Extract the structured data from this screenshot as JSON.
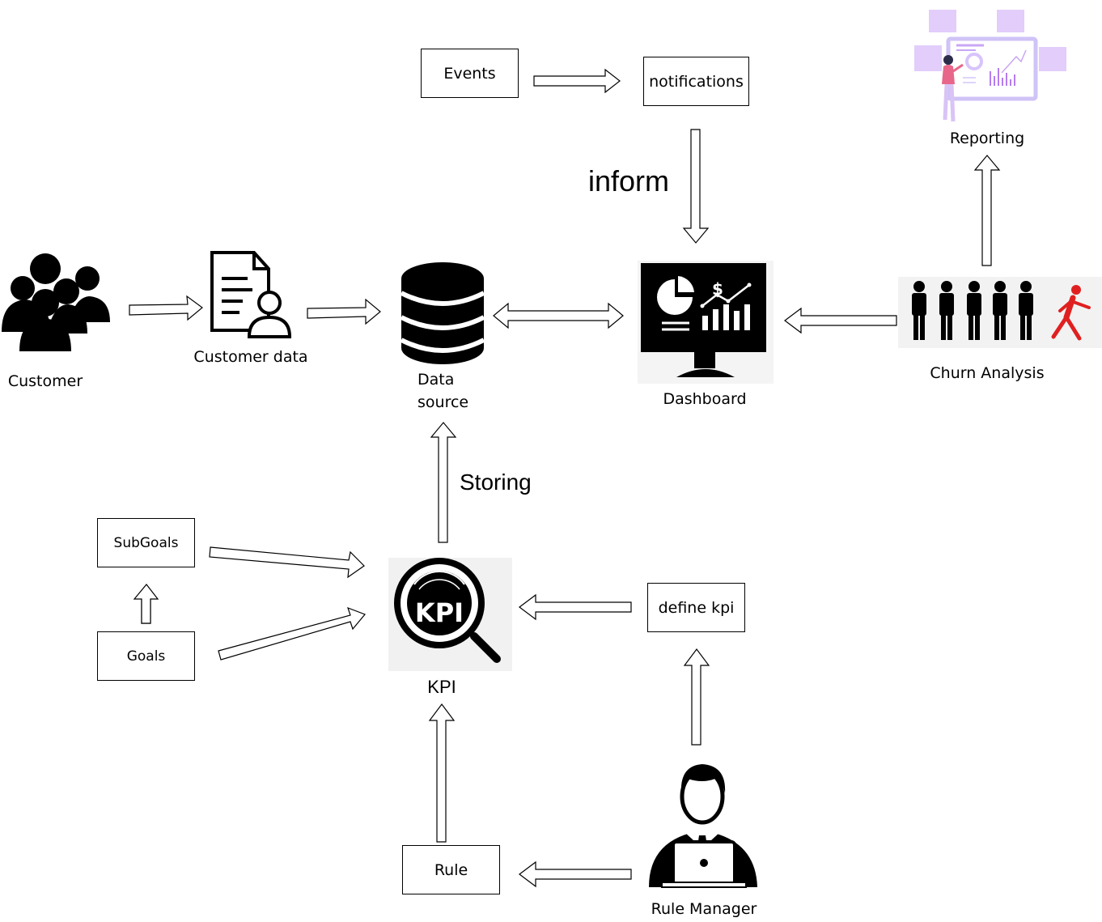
{
  "nodes": {
    "events": "Events",
    "notifications": "notifications",
    "reporting": "Reporting",
    "customer": "Customer",
    "customer_data": "Customer data",
    "data_source_line1": "Data",
    "data_source_line2": "source",
    "dashboard": "Dashboard",
    "churn_analysis": "Churn Analysis",
    "subgoals": "SubGoals",
    "goals": "Goals",
    "kpi": "KPI",
    "define_kpi": "define kpi",
    "rule": "Rule",
    "rule_manager": "Rule Manager"
  },
  "edge_labels": {
    "inform": "inform",
    "storing": "Storing"
  },
  "icon_text": {
    "kpi_badge": "KPI",
    "dollar": "$"
  },
  "colors": {
    "stroke": "#000000",
    "reporting_accent": "#c9a6f5",
    "churn_red": "#e02020"
  }
}
